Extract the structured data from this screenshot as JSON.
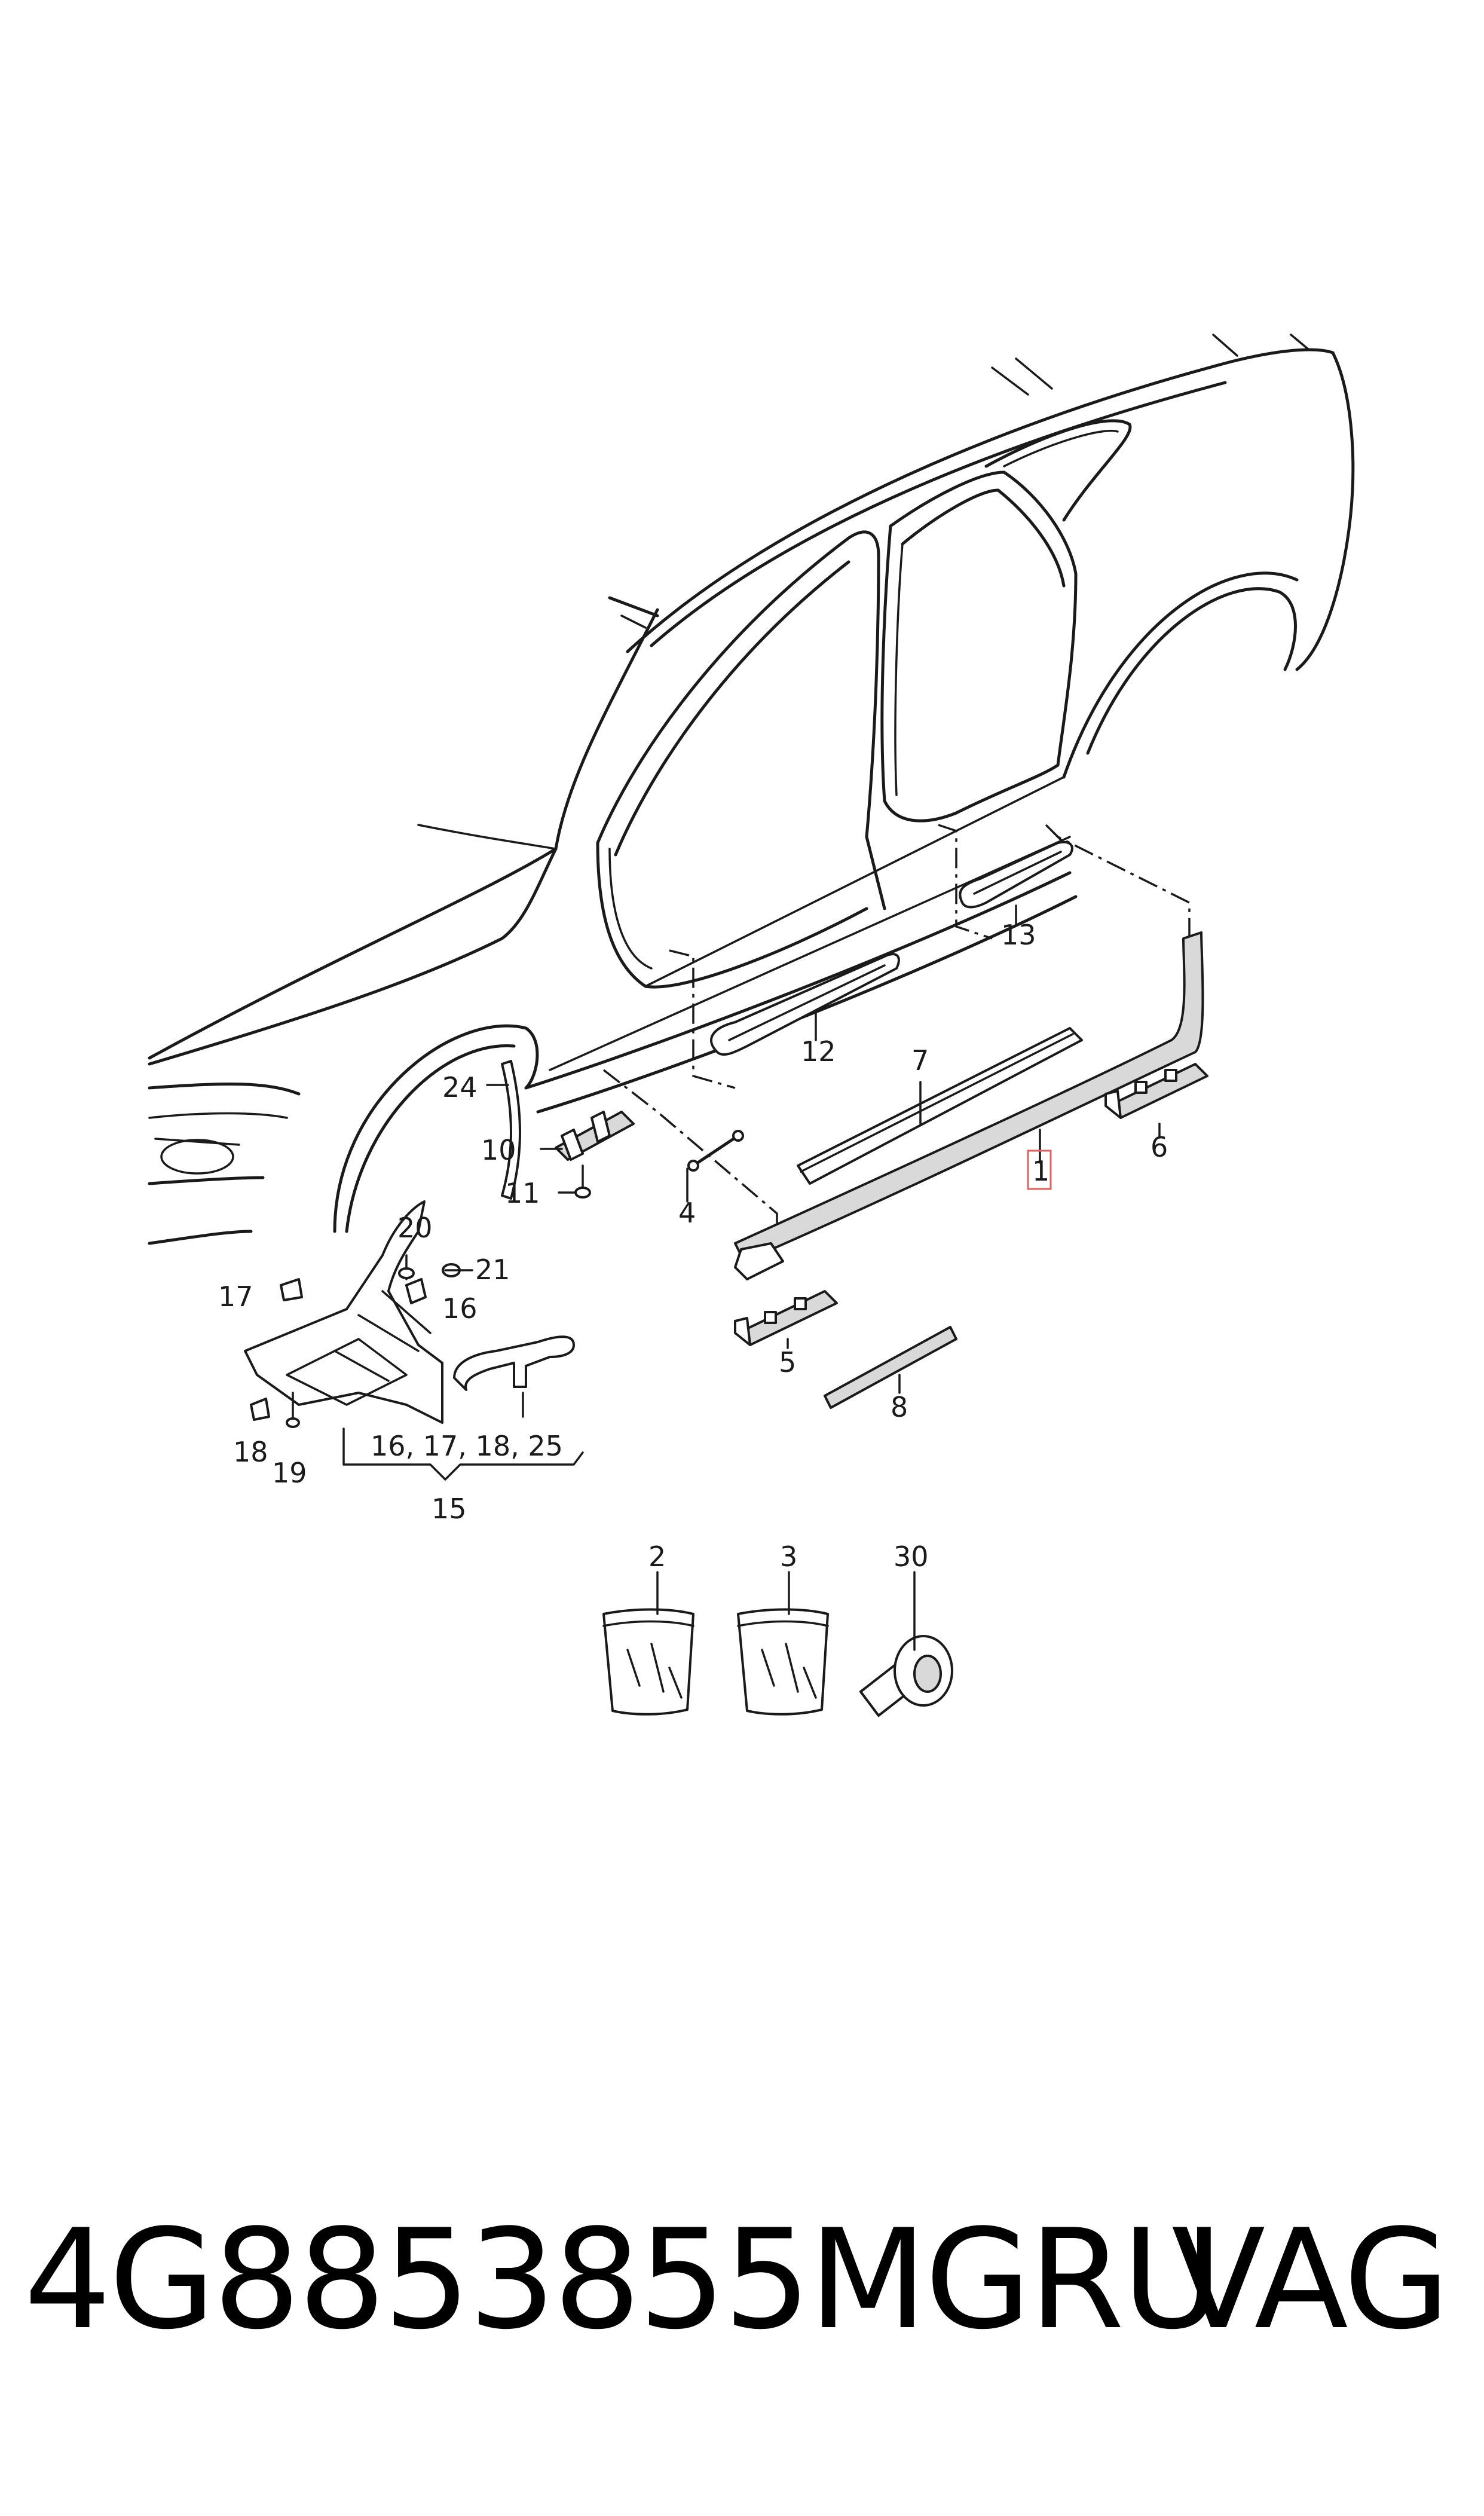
{
  "callouts": {
    "c1": "1",
    "c2": "2",
    "c3": "3",
    "c4": "4",
    "c5": "5",
    "c6": "6",
    "c7": "7",
    "c8": "8",
    "c10": "10",
    "c11": "11",
    "c12": "12",
    "c13": "13",
    "c15": "15",
    "c16a": "16",
    "c15_group": "16, 17, 18, 25",
    "c17": "17",
    "c18": "18",
    "c19": "19",
    "c20": "20",
    "c21": "21",
    "c24": "24",
    "c30": "30"
  },
  "footer": {
    "part_number": "4G8853855MGRU",
    "brand": "VAG"
  },
  "colors": {
    "line": "#1a1a1a",
    "highlight_box": "#e06060"
  }
}
